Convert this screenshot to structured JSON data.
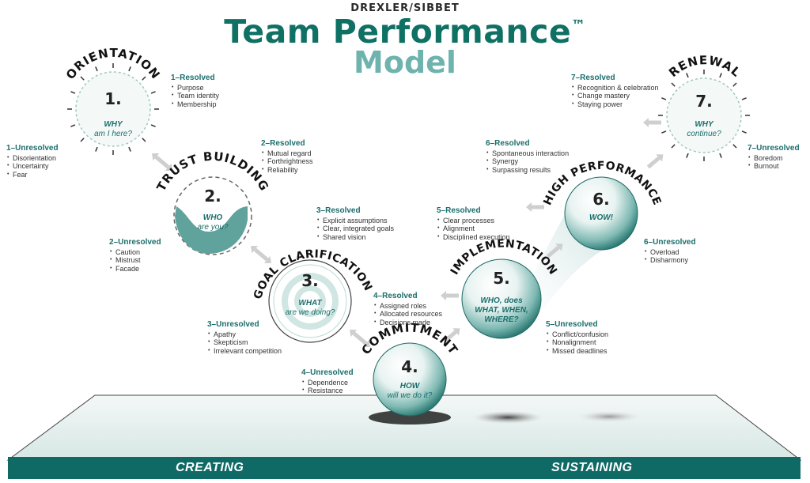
{
  "header": {
    "brand": "DREXLER/SIBBET",
    "title_line1": "Team Performance",
    "trademark": "™",
    "title_line2": "Model"
  },
  "colors": {
    "teal_dark": "#0f7064",
    "teal_light": "#6eb3ad",
    "band": "#0f6a66",
    "platform": "#e6f0ee"
  },
  "stages": [
    {
      "number": "1.",
      "name": "ORIENTATION",
      "q_bold": "WHY",
      "q_rest": "am I here?"
    },
    {
      "number": "2.",
      "name": "TRUST BUILDING",
      "q_bold": "WHO",
      "q_rest": "are you?"
    },
    {
      "number": "3.",
      "name": "GOAL CLARIFICATION",
      "q_bold": "WHAT",
      "q_rest": "are we doing?"
    },
    {
      "number": "4.",
      "name": "COMMITMENT",
      "q_bold": "HOW",
      "q_rest": "will we do it?"
    },
    {
      "number": "5.",
      "name": "IMPLEMENTATION",
      "q_line1": "WHO, does",
      "q_line2": "WHAT, WHEN,",
      "q_line3": "WHERE?"
    },
    {
      "number": "6.",
      "name": "HIGH PERFORMANCE",
      "q_bold": "WOW!"
    },
    {
      "number": "7.",
      "name": "RENEWAL",
      "q_bold": "WHY",
      "q_rest": "continue?"
    }
  ],
  "annotations": {
    "r1": {
      "head": "1–Resolved",
      "items": [
        "Purpose",
        "Team identity",
        "Membership"
      ]
    },
    "u1": {
      "head": "1–Unresolved",
      "items": [
        "Disorientation",
        "Uncertainty",
        "Fear"
      ]
    },
    "r2": {
      "head": "2–Resolved",
      "items": [
        "Mutual regard",
        "Forthrightness",
        "Reliability"
      ]
    },
    "u2": {
      "head": "2–Unresolved",
      "items": [
        "Caution",
        "Mistrust",
        "Facade"
      ]
    },
    "r3": {
      "head": "3–Resolved",
      "items": [
        "Explicit assumptions",
        "Clear, integrated goals",
        "Shared vision"
      ]
    },
    "u3": {
      "head": "3–Unresolved",
      "items": [
        "Apathy",
        "Skepticism",
        "Irrelevant competition"
      ]
    },
    "r4": {
      "head": "4–Resolved",
      "items": [
        "Assigned roles",
        "Allocated resources",
        "Decisions made"
      ]
    },
    "u4": {
      "head": "4–Unresolved",
      "items": [
        "Dependence",
        "Resistance"
      ]
    },
    "r5": {
      "head": "5–Resolved",
      "items": [
        "Clear processes",
        "Alignment",
        "Disciplined execution"
      ]
    },
    "u5": {
      "head": "5–Unresolved",
      "items": [
        "Conflict/confusion",
        "Nonalignment",
        "Missed deadlines"
      ]
    },
    "r6": {
      "head": "6–Resolved",
      "items": [
        "Spontaneous interaction",
        "Synergy",
        "Surpassing results"
      ]
    },
    "u6": {
      "head": "6–Unresolved",
      "items": [
        "Overload",
        "Disharmony"
      ]
    },
    "r7": {
      "head": "7–Resolved",
      "items": [
        "Recognition & celebration",
        "Change mastery",
        "Staying power"
      ]
    },
    "u7": {
      "head": "7–Unresolved",
      "items": [
        "Boredom",
        "Burnout"
      ]
    }
  },
  "band": {
    "left_label": "CREATING",
    "right_label": "SUSTAINING"
  }
}
